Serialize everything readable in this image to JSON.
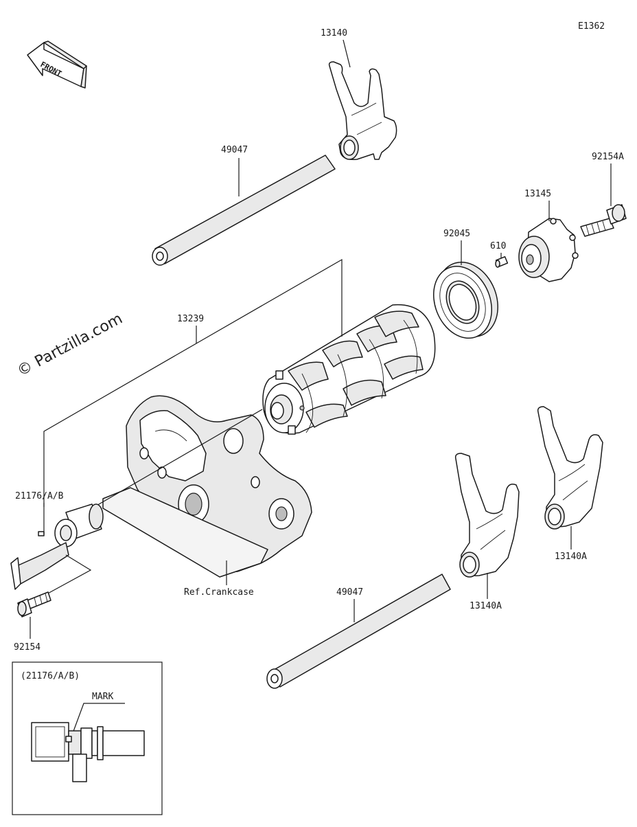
{
  "diagram_code": "E1362",
  "watermark": "© Partzilla.com",
  "direction_label": "FRONT",
  "labels": {
    "fork_top": "13140",
    "shaft_top": "49047",
    "bolt_right": "92154A",
    "retainer": "13145",
    "bearing": "92045",
    "pin": "610",
    "drum": "13239",
    "sensor": "21176/A/B",
    "crankcase_ref": "Ref.Crankcase",
    "bolt_left": "92154",
    "shaft_bottom": "49047",
    "fork_right": "13140A",
    "fork_mid": "13140A"
  },
  "inset": {
    "title": "(21176/A/B)",
    "mark_label": "MARK"
  },
  "colors": {
    "line": "#1a1a1a",
    "shade": "#e9e9e9",
    "background": "#ffffff"
  }
}
